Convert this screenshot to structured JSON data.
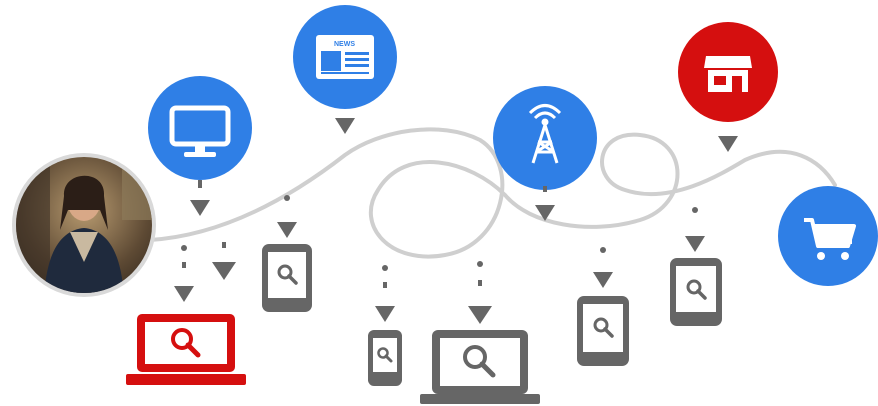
{
  "colors": {
    "blue": "#2f7fe6",
    "red": "#d50f0f",
    "gray": "#666666",
    "path": "#cfcfcf",
    "white": "#ffffff"
  },
  "journey": {
    "start": "person-avatar",
    "touchpoints": [
      {
        "name": "tv-touchpoint",
        "icon": "tv-icon",
        "color": "blue"
      },
      {
        "name": "news-touchpoint",
        "icon": "newspaper-icon",
        "color": "blue",
        "label": "NEWS"
      },
      {
        "name": "radio-touchpoint",
        "icon": "radio-tower-icon",
        "color": "blue"
      },
      {
        "name": "store-touchpoint",
        "icon": "store-icon",
        "color": "red"
      },
      {
        "name": "cart-touchpoint",
        "icon": "shopping-cart-icon",
        "color": "blue"
      }
    ],
    "search_devices": [
      {
        "name": "laptop-search-red",
        "icon": "laptop-search-icon",
        "color": "red"
      },
      {
        "name": "tablet-search-1",
        "icon": "tablet-search-icon",
        "color": "gray"
      },
      {
        "name": "phone-search-1",
        "icon": "phone-search-icon",
        "color": "gray"
      },
      {
        "name": "laptop-search-gray",
        "icon": "laptop-search-icon",
        "color": "gray"
      },
      {
        "name": "tablet-search-2",
        "icon": "tablet-search-icon",
        "color": "gray"
      },
      {
        "name": "tablet-search-3",
        "icon": "tablet-search-icon",
        "color": "gray"
      }
    ]
  }
}
